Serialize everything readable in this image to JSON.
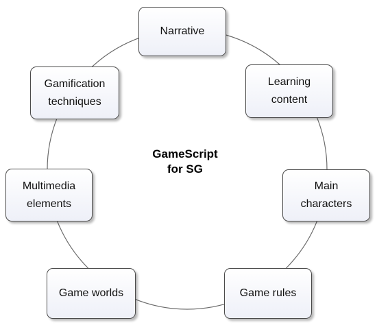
{
  "diagram": {
    "center": {
      "line1": "GameScript",
      "line2": "for SG"
    },
    "nodes": {
      "narrative": {
        "lines": [
          "Narrative"
        ]
      },
      "learning_content": {
        "lines": [
          "Learning",
          "content"
        ]
      },
      "main_characters": {
        "lines": [
          "Main",
          "characters"
        ]
      },
      "game_rules": {
        "lines": [
          "Game rules"
        ]
      },
      "game_worlds": {
        "lines": [
          "Game worlds"
        ]
      },
      "multimedia_elements": {
        "lines": [
          "Multimedia",
          "elements"
        ]
      },
      "gamification_techniques": {
        "lines": [
          "Gamification",
          "techniques"
        ]
      }
    },
    "colors": {
      "circle_stroke": "#6b6b6b",
      "box_border": "#4a4a4a",
      "box_fill_top": "#ffffff",
      "box_fill_bottom": "#eef0f8"
    }
  }
}
